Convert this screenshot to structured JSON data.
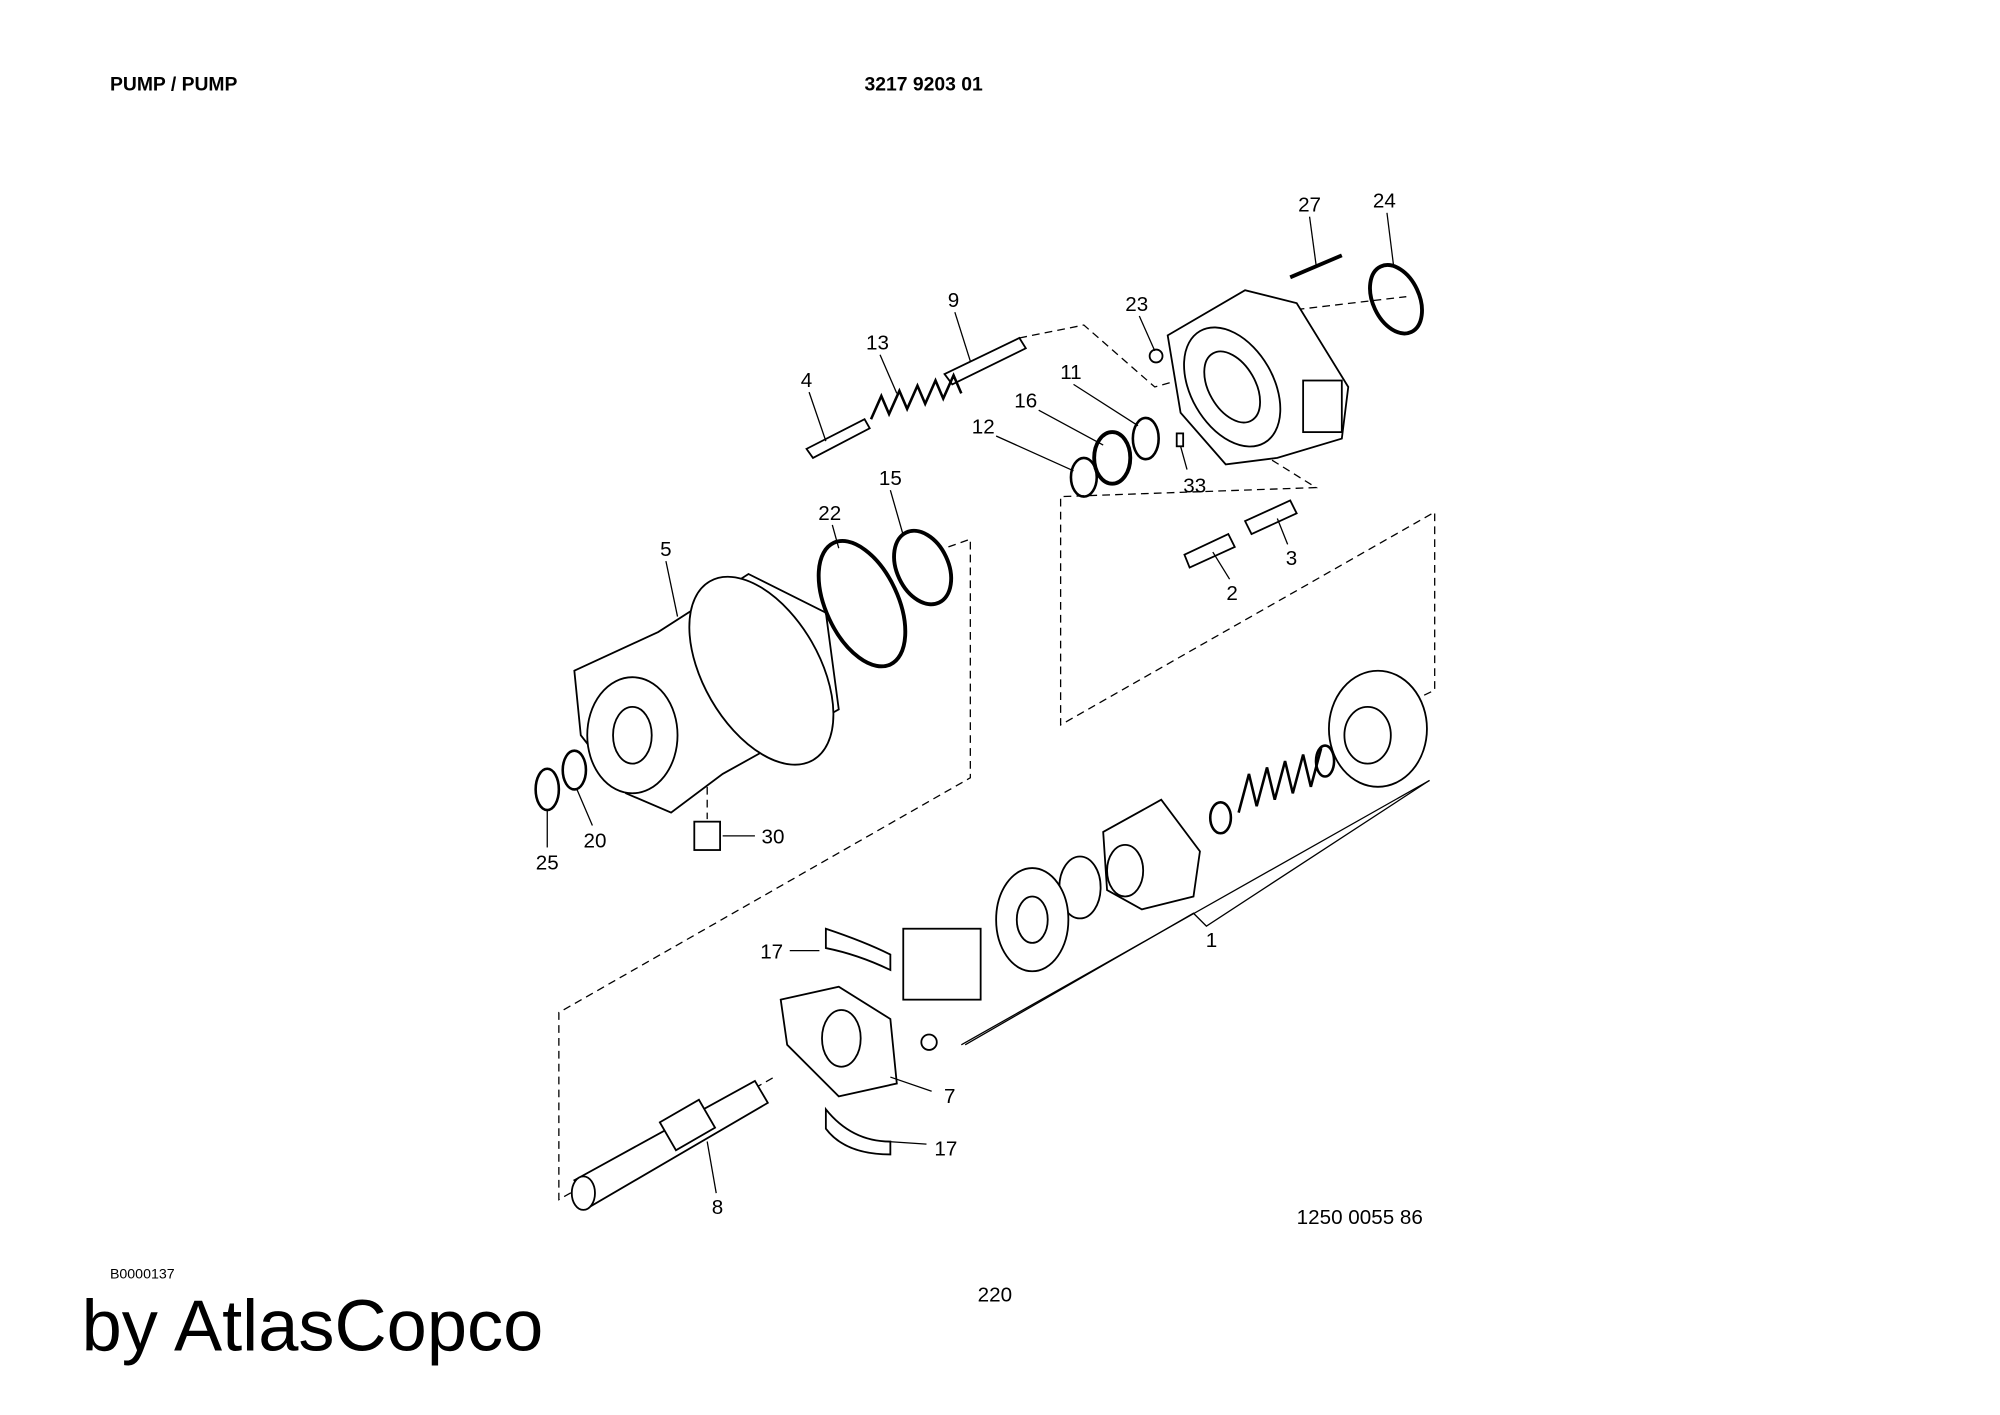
{
  "header": {
    "title": "PUMP / PUMP",
    "part_number": "3217 9203 01"
  },
  "drawing": {
    "reference_number": "1250 0055 86",
    "callouts": [
      "27",
      "24",
      "23",
      "9",
      "13",
      "4",
      "11",
      "16",
      "12",
      "33",
      "15",
      "22",
      "5",
      "3",
      "2",
      "30",
      "20",
      "25",
      "1",
      "17",
      "7",
      "17",
      "8"
    ]
  },
  "footer": {
    "code": "B0000137",
    "page_number": "220",
    "brand": "by AtlasCopco"
  }
}
